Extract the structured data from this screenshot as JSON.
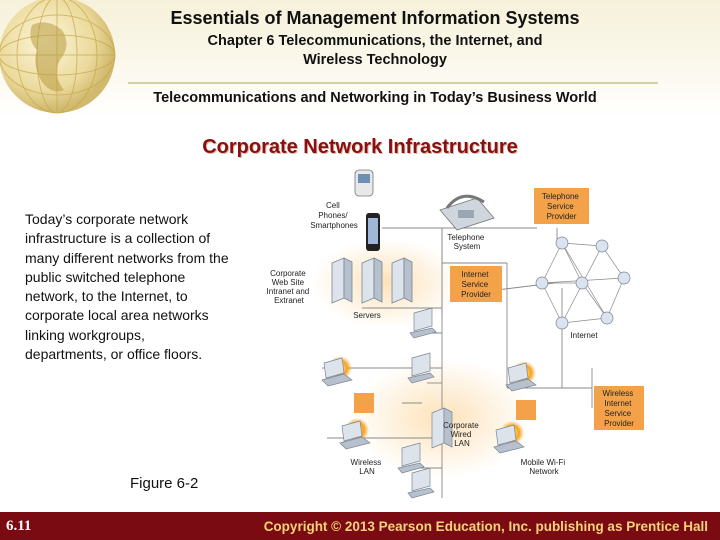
{
  "header": {
    "title": "Essentials of Management Information Systems",
    "chapter_line1": "Chapter 6 Telecommunications, the Internet, and",
    "chapter_line2": "Wireless Technology",
    "section": "Telecommunications and Networking in Today’s Business World"
  },
  "slide": {
    "title": "Corporate Network Infrastructure",
    "body": "Today’s corporate network infrastructure is a collection of many different networks from the public switched telephone network, to the Internet, to corporate local area networks linking workgroups, departments, or office floors.",
    "caption": "Figure 6-2"
  },
  "diagram": {
    "cell_phones": [
      "Cell",
      "Phones/",
      "Smartphones"
    ],
    "telephone_system": [
      "Telephone",
      "System"
    ],
    "telephone_provider": [
      "Telephone",
      "Service",
      "Provider"
    ],
    "corporate_web": [
      "Corporate",
      "Web Site",
      "Intranet and",
      "Extranet"
    ],
    "servers": "Servers",
    "isp": [
      "Internet",
      "Service",
      "Provider"
    ],
    "internet": "Internet",
    "wireless_isp": [
      "Wireless",
      "Internet",
      "Service",
      "Provider"
    ],
    "wired_lan": [
      "Corporate",
      "Wired",
      "LAN"
    ],
    "wireless_lan": [
      "Wireless",
      "LAN"
    ],
    "mobile_wifi": [
      "Mobile Wi-Fi",
      "Network"
    ]
  },
  "colors": {
    "accent": "#8a0e12",
    "provider_box": "#f4a24a",
    "footer_bg": "#7a0b12",
    "footer_text": "#f7d27a"
  },
  "footer": {
    "page": "6.11",
    "copyright": "Copyright © 2013 Pearson Education, Inc. publishing as Prentice Hall"
  }
}
